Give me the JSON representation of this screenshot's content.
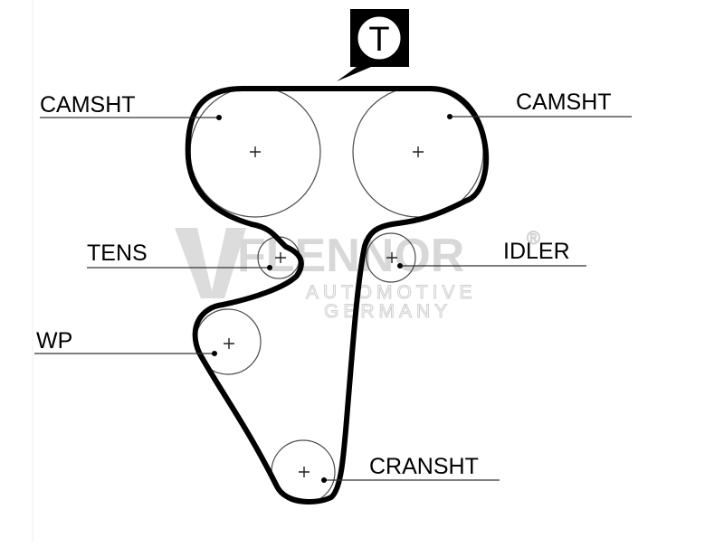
{
  "badge": {
    "letter": "T"
  },
  "labels": {
    "camshaft_left": "CAMSHT",
    "camshaft_right": "CAMSHT",
    "tensioner": "TENS",
    "idler": "IDLER",
    "water_pump": "WP",
    "crankshaft": "CRANSHT"
  },
  "watermark": {
    "brand": "FLENNOR",
    "line1": "AUTOMOTIVE",
    "line2": "GERMANY",
    "registered": "®"
  },
  "colors": {
    "belt": "#000000",
    "watermark": "#d8d8d8"
  }
}
